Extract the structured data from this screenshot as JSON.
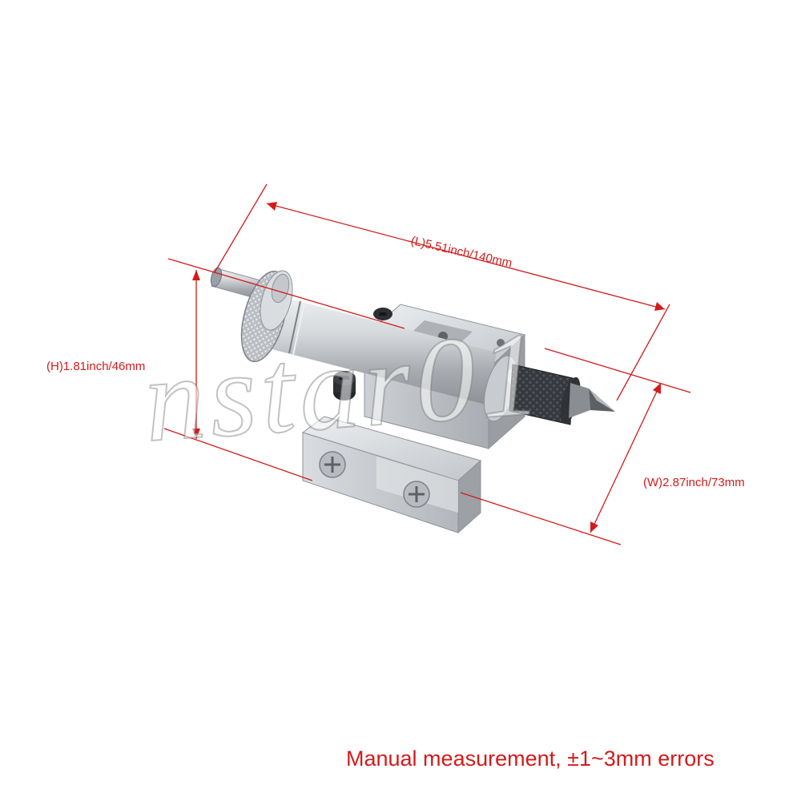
{
  "dimensions": {
    "length": "(L)5.51inch/140mm",
    "height": "(H)1.81inch/46mm",
    "width": "(W)2.87inch/73mm"
  },
  "watermark": "nstar01",
  "note": "Manual measurement,  ±1~3mm errors",
  "colors": {
    "annotation": "#d41a1a",
    "metal": "#c9ccd0",
    "knurl": "#2b2d31"
  }
}
